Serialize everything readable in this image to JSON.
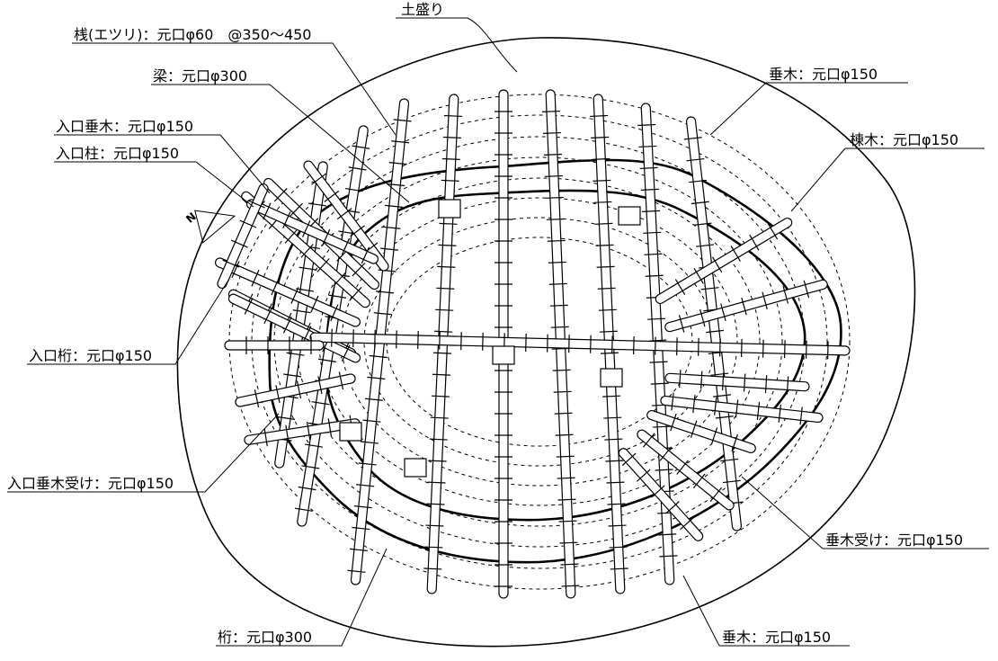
{
  "labels": {
    "mound": "土盛り",
    "batten": "桟(エツリ)：元口φ60　@350～450",
    "beam": "梁：元口φ300",
    "entrance_rafter": "入口垂木：元口φ150",
    "entrance_post": "入口柱：元口φ150",
    "entrance_girder": "入口桁：元口φ150",
    "entrance_rafter_support": "入口垂木受け：元口φ150",
    "girder": "桁：元口φ300",
    "rafter_top": "垂木：元口φ150",
    "ridge": "棟木：元口φ150",
    "rafter_support": "垂木受け：元口φ150",
    "rafter_bottom": "垂木：元口φ150",
    "north": "N"
  }
}
